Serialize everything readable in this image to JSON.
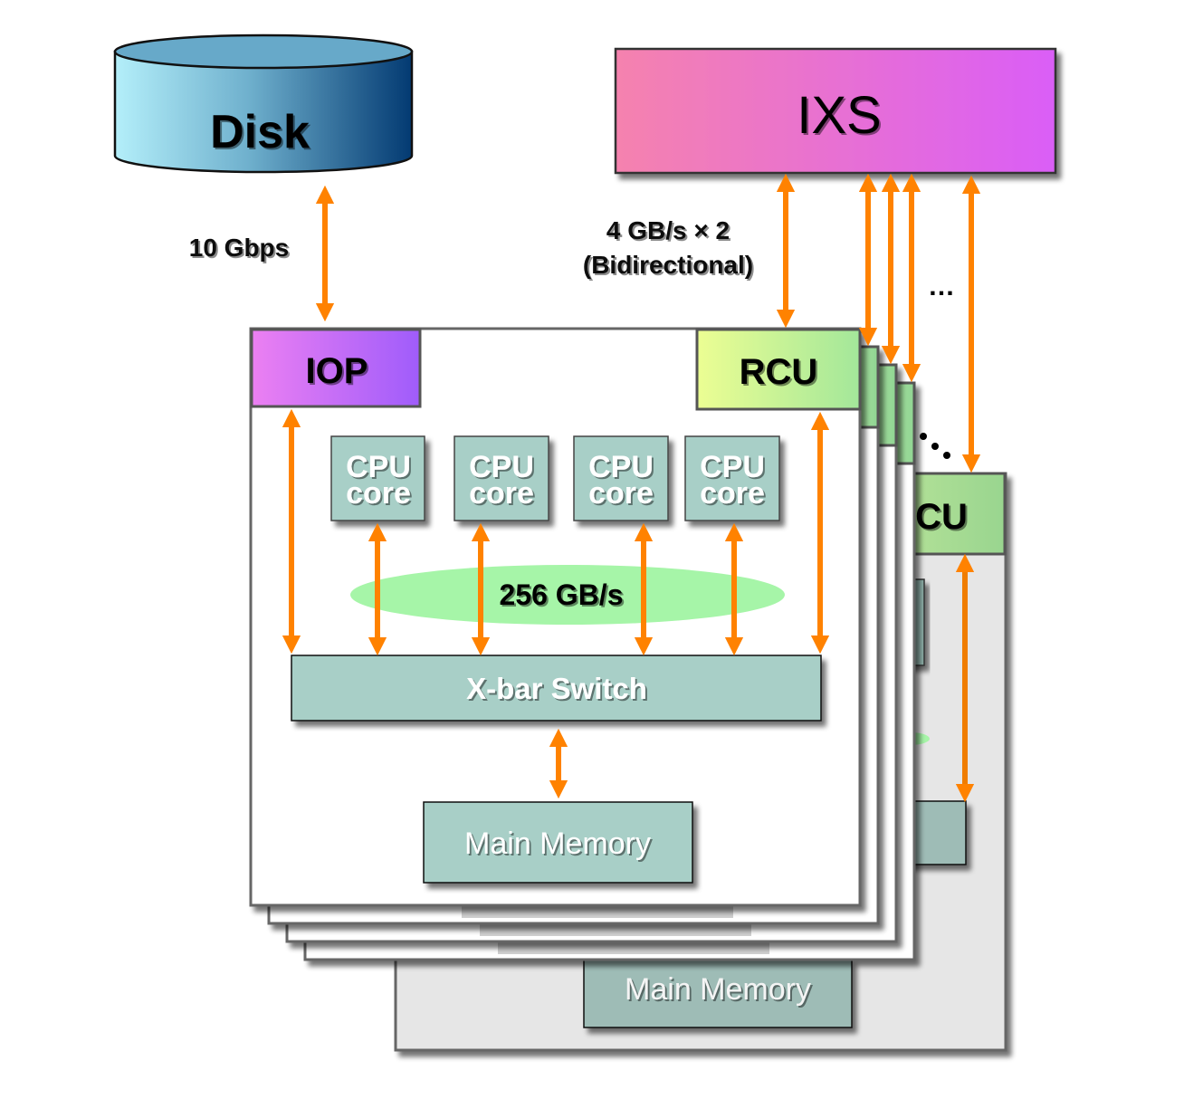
{
  "diagram": {
    "title": "",
    "components": {
      "disk": {
        "label": "Disk"
      },
      "ixs": {
        "label": "IXS"
      },
      "iop": {
        "label": "IOP"
      },
      "rcu": {
        "label": "RCU"
      },
      "rcu_back_partial": {
        "label": "CU"
      },
      "cpu_cores": [
        {
          "line1": "CPU",
          "line2": "core"
        },
        {
          "line1": "CPU",
          "line2": "core"
        },
        {
          "line1": "CPU",
          "line2": "core"
        },
        {
          "line1": "CPU",
          "line2": "core"
        }
      ],
      "xbar": {
        "label": "X-bar Switch"
      },
      "main_memory": {
        "label": "Main Memory"
      },
      "main_memory_back": {
        "label": "Main Memory"
      }
    },
    "links": {
      "disk_iop": {
        "label": "10 Gbps"
      },
      "ixs_rcu": {
        "line1": "4 GB/s × 2",
        "line2": "(Bidirectional)"
      },
      "cpu_bus": {
        "label": "256 GB/s"
      }
    },
    "ellipsis": {
      "top": "…",
      "diag": "…"
    },
    "colors": {
      "arrow": "#ff8200",
      "component_teal": "#a8cfc7",
      "bus_green": "#a6f5a8",
      "node_back_gray": "#e6e6e6"
    }
  }
}
